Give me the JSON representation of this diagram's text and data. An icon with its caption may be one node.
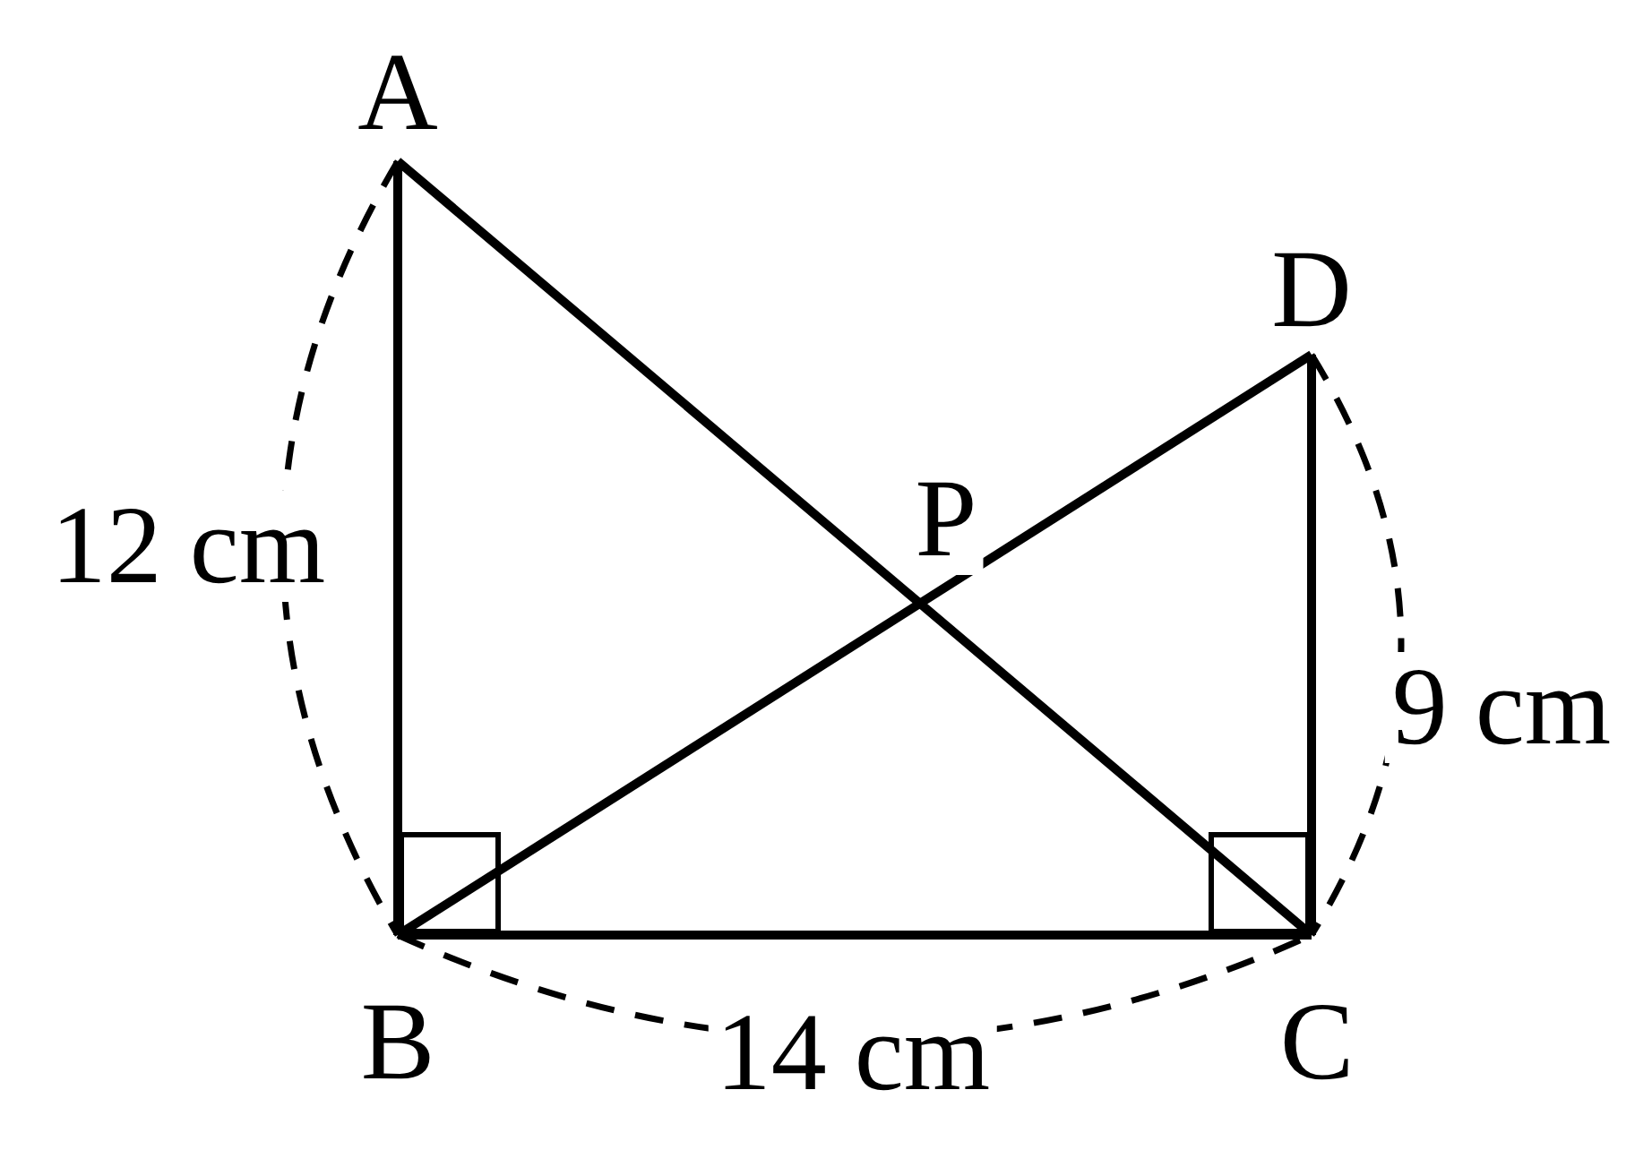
{
  "diagram": {
    "labels": [
      "A",
      "D",
      "P",
      "12 cm",
      "9 cm",
      "B",
      "14 cm",
      "C"
    ]
  }
}
